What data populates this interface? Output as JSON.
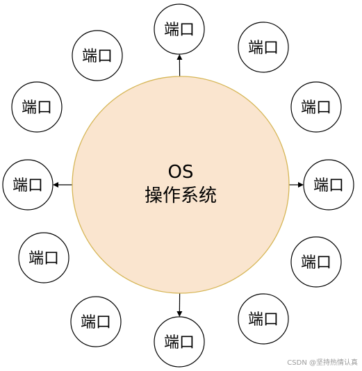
{
  "diagram": {
    "center": {
      "line1": "OS",
      "line2": "操作系统",
      "fill": "#fae5cf",
      "stroke": "#d6b656"
    },
    "port_label": "端口",
    "ports": [
      {
        "id": "top",
        "label": "端口",
        "arrow": true
      },
      {
        "id": "top-right",
        "label": "端口",
        "arrow": false
      },
      {
        "id": "right-upper",
        "label": "端口",
        "arrow": false
      },
      {
        "id": "right",
        "label": "端口",
        "arrow": true
      },
      {
        "id": "right-lower",
        "label": "端口",
        "arrow": false
      },
      {
        "id": "bottom-right",
        "label": "端口",
        "arrow": false
      },
      {
        "id": "bottom",
        "label": "端口",
        "arrow": true
      },
      {
        "id": "bottom-left",
        "label": "端口",
        "arrow": false
      },
      {
        "id": "left-lower",
        "label": "端口",
        "arrow": false
      },
      {
        "id": "left",
        "label": "端口",
        "arrow": true
      },
      {
        "id": "left-upper",
        "label": "端口",
        "arrow": false
      },
      {
        "id": "top-left",
        "label": "端口",
        "arrow": false
      }
    ]
  },
  "watermark": "CSDN @坚持热情认真"
}
